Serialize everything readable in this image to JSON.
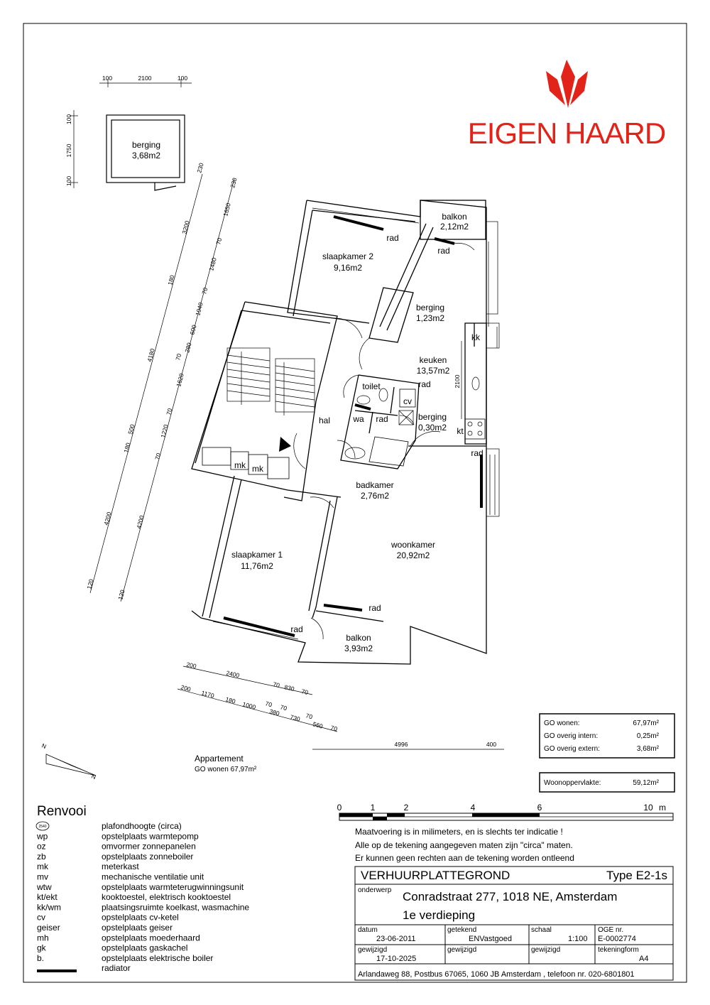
{
  "brand": {
    "name": "EIGEN HAARD",
    "color": "#e2231a"
  },
  "rooms": {
    "berging_outside": {
      "name": "berging",
      "area": "3,68m2"
    },
    "balkon_top": {
      "name": "balkon",
      "area": "2,12m2"
    },
    "slaapkamer2": {
      "name": "slaapkamer 2",
      "area": "9,16m2"
    },
    "berging_small": {
      "name": "berging",
      "area": "1,23m2"
    },
    "keuken": {
      "name": "keuken",
      "area": "13,57m2"
    },
    "toilet": {
      "name": "toilet"
    },
    "cv": {
      "name": "cv"
    },
    "wa": {
      "name": "wa"
    },
    "berging_mini": {
      "name": "berging",
      "area": "0,30m2"
    },
    "hal": {
      "name": "hal"
    },
    "badkamer": {
      "name": "badkamer",
      "area": "2,76m2"
    },
    "woonkamer": {
      "name": "woonkamer",
      "area": "20,92m2"
    },
    "slaapkamer1": {
      "name": "slaapkamer 1",
      "area": "11,76m2"
    },
    "balkon_bottom": {
      "name": "balkon",
      "area": "3,93m2"
    }
  },
  "fixtures": {
    "rad": "rad",
    "kk": "kk",
    "kt": "kt",
    "mk": "mk",
    "kitchen_dim": "2100"
  },
  "dimensions": {
    "top": [
      "100",
      "2100",
      "100"
    ],
    "left": [
      "100",
      "1750",
      "100"
    ],
    "diag_outer": [
      "230",
      "3200",
      "180",
      "4180",
      "180",
      "4200",
      "120"
    ],
    "diag_inner": [
      "230",
      "1650",
      "70",
      "1480",
      "70",
      "1040",
      "600",
      "280",
      "70",
      "1620",
      "70",
      "500",
      "1220",
      "70",
      "4200",
      "120"
    ],
    "bottom1": [
      "200",
      "2400",
      "70",
      "830",
      "70"
    ],
    "bottom2": [
      "200",
      "1170",
      "180",
      "1000",
      "70",
      "70",
      "380",
      "730",
      "70",
      "560",
      "70"
    ],
    "bottom3": [
      "4996",
      "400"
    ]
  },
  "apartment": {
    "title": "Appartement",
    "go": "GO wonen 67,97m²"
  },
  "areas": [
    {
      "label": "GO wonen:",
      "value": "67,97m²"
    },
    {
      "label": "GO overig intern:",
      "value": "0,25m²"
    },
    {
      "label": "GO overig extern:",
      "value": "3,68m²"
    }
  ],
  "woonoppervlakte": {
    "label": "Woonoppervlakte:",
    "value": "59,12m²"
  },
  "compass": {
    "n": "N"
  },
  "scale": {
    "ticks": [
      "0",
      "1",
      "2",
      "4",
      "6",
      "10"
    ],
    "unit": "m"
  },
  "notes": [
    "Maatvoering is in milimeters, en is slechts ter indicatie !",
    "Alle op de tekening aangegeven maten zijn \"circa\" maten.",
    "Er kunnen geen rechten aan de tekening worden ontleend"
  ],
  "legend": {
    "title": "Renvooi",
    "symbol_code": "2540",
    "items": [
      {
        "code": "",
        "desc": "plafondhoogte (circa)"
      },
      {
        "code": "wp",
        "desc": "opstelplaats warmtepomp"
      },
      {
        "code": "oz",
        "desc": "omvormer zonnepanelen"
      },
      {
        "code": "zb",
        "desc": "opstelplaats zonneboiler"
      },
      {
        "code": "mk",
        "desc": "meterkast"
      },
      {
        "code": "mv",
        "desc": "mechanische ventilatie unit"
      },
      {
        "code": "wtw",
        "desc": "opstelplaats warmteterugwinningsunit"
      },
      {
        "code": "kt/ekt",
        "desc": "kooktoestel, elektrisch kooktoestel"
      },
      {
        "code": "kk/wm",
        "desc": "plaatsingsruimte koelkast, wasmachine"
      },
      {
        "code": "cv",
        "desc": "opstelplaats cv-ketel"
      },
      {
        "code": "geiser",
        "desc": "opstelplaats geiser"
      },
      {
        "code": "mh",
        "desc": "opstelplaats moederhaard"
      },
      {
        "code": "gk",
        "desc": "opstelplaats gaskachel"
      },
      {
        "code": "b.",
        "desc": "opstelplaats elektrische boiler"
      },
      {
        "code": "",
        "desc": "radiator"
      }
    ]
  },
  "titleblock": {
    "title": "VERHUURPLATTEGROND",
    "type": "Type E2-1s",
    "onderwerp_label": "onderwerp",
    "address": "Conradstraat 277, 1018 NE, Amsterdam",
    "floor": "1e verdieping",
    "datum_label": "datum",
    "datum": "23-06-2011",
    "getekend_label": "getekend",
    "getekend": "ENVastgoed",
    "schaal_label": "schaal",
    "schaal": "1:100",
    "oge_label": "OGE nr.",
    "oge": "E-0002774",
    "gewijzigd_label": "gewijzigd",
    "gewijzigd": "17-10-2025",
    "tekeningform_label": "tekeningform",
    "tekeningform": "A4",
    "footer": "Arlandaweg 88, Postbus 67065, 1060 JB Amsterdam , telefoon nr. 020-6801801"
  }
}
